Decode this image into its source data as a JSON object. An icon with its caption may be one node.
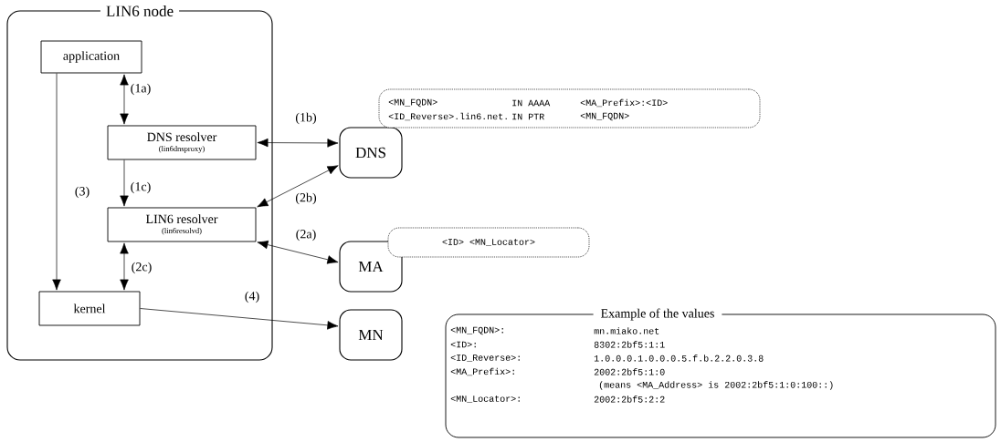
{
  "diagram": {
    "nodes": [
      {
        "text": [
          "LIN6 node"
        ]
      },
      {
        "text": [
          "application"
        ],
        "in": 0
      },
      {
        "text": [
          "DNS resolver",
          "(lin6dnsproxy)"
        ],
        "in": 0
      },
      {
        "text": [
          "LIN6 resolver",
          "(lin6resolvd)"
        ],
        "in": 0
      },
      {
        "text": [
          "kernel"
        ],
        "in": 0
      },
      {
        "text": [
          "DNS"
        ]
      },
      {
        "text": [
          "MA"
        ]
      },
      {
        "text": [
          "MN"
        ]
      },
      {
        "text": [
          "<MN_FQDN>",
          "IN AAAA",
          "<MA_Prefix>:<ID>",
          "<ID_Reverse>.lin6.net.",
          "IN PTR",
          "<MN_FQDN>"
        ]
      },
      {
        "text": [
          "<ID> <MN_Locator>"
        ]
      },
      {
        "text": [
          "Example of the values",
          "<MN_FQDN>:",
          "mn.miako.net",
          "<ID>:",
          "8302:2bf5:1:1",
          "<ID_Reverse>:",
          "1.0.0.0.1.0.0.0.5.f.b.2.2.0.3.8",
          "<MA_Prefix>:",
          "2002:2bf5:1:0",
          "(means <MA_Address> is 2002:2bf5:1:0:100::)",
          "<MN_Locator>:",
          "2002:2bf5:2:2"
        ]
      }
    ],
    "edges": [
      {
        "from": 1,
        "to": 2,
        "arrow": "both",
        "label": "(1a)"
      },
      {
        "from": 2,
        "to": 5,
        "arrow": "both",
        "label": "(1b)"
      },
      {
        "from": 2,
        "to": 3,
        "arrow": "to",
        "label": "(1c)"
      },
      {
        "from": 3,
        "to": 5,
        "arrow": "both",
        "label": "(2b)"
      },
      {
        "from": 3,
        "to": 6,
        "arrow": "both",
        "label": "(2a)"
      },
      {
        "from": 3,
        "to": 4,
        "arrow": "both",
        "label": "(2c)"
      },
      {
        "from": 1,
        "to": 4,
        "arrow": "to",
        "label": "(3)"
      },
      {
        "from": 4,
        "to": 7,
        "arrow": "to",
        "label": "(4)"
      }
    ]
  }
}
